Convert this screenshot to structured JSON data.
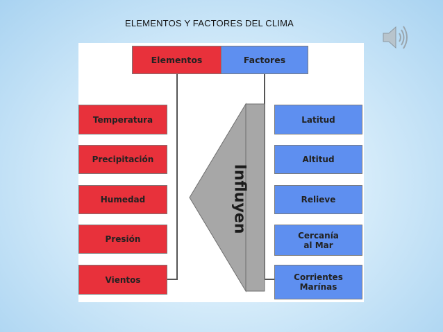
{
  "slide": {
    "title": "ELEMENTOS Y FACTORES DEL CLIMA",
    "audio_icon": "speaker-icon"
  },
  "diagram": {
    "headers": {
      "elementos": "Elementos",
      "factores": "Factores"
    },
    "center_label": "Influyen",
    "elementos": [
      "Temperatura",
      "Precipitación",
      "Humedad",
      "Presión",
      "Vientos"
    ],
    "factores": [
      "Latitud",
      "Altitud",
      "Relieve",
      "Cercanía\nal Mar",
      "Corrientes\nMarínas"
    ],
    "colors": {
      "elementos": "#e8313b",
      "factores": "#5e8ff0",
      "triangle": "#a7a7a7"
    }
  }
}
